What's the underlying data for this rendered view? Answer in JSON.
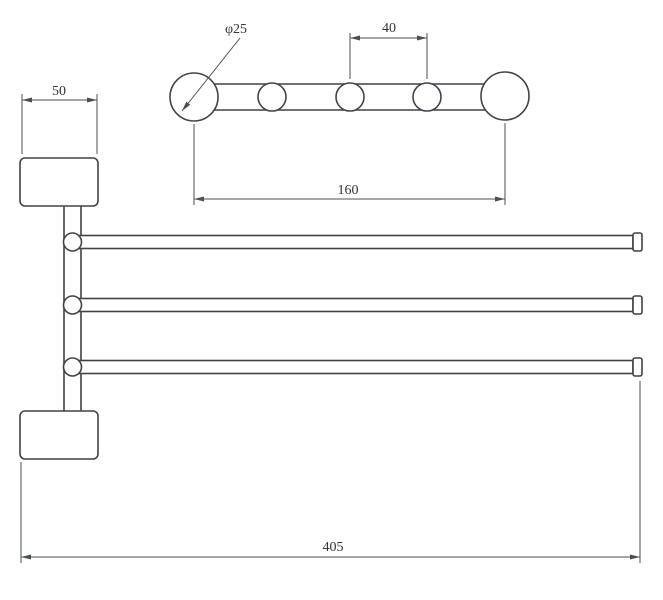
{
  "page": {
    "background": "#ffffff",
    "description": "Technical dimension drawing of a wall-mounted 3-arm swivel towel rack (top view and front view)"
  },
  "drawing": {
    "colors": {
      "object_line": "#3f444a",
      "dimension_line": "#4a5055",
      "text": "#333333"
    },
    "labels": {
      "diameter": "φ25",
      "hole_spacing": "40",
      "top_length": "160",
      "bracket_width": "50",
      "overall_length": "405"
    }
  }
}
